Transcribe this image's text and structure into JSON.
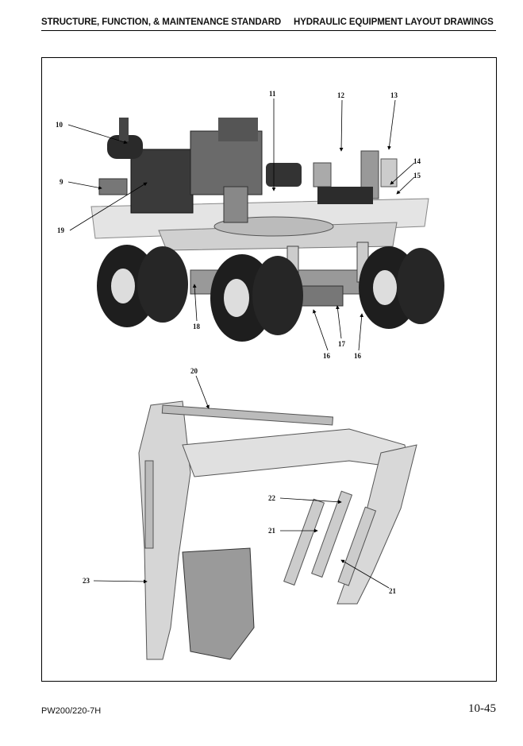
{
  "header": {
    "left": "STRUCTURE, FUNCTION, & MAINTENANCE STANDARD",
    "right": "HYDRAULIC EQUIPMENT LAYOUT DRAWINGS"
  },
  "callouts": {
    "c9": "9",
    "c10": "10",
    "c11": "11",
    "c12": "12",
    "c13": "13",
    "c14": "14",
    "c15": "15",
    "c16a": "16",
    "c16b": "16",
    "c17": "17",
    "c18": "18",
    "c19": "19",
    "c20": "20",
    "c21a": "21",
    "c21b": "21",
    "c22": "22",
    "c23": "23"
  },
  "footer": {
    "model": "PW200/220-7H",
    "page": "10-45"
  }
}
